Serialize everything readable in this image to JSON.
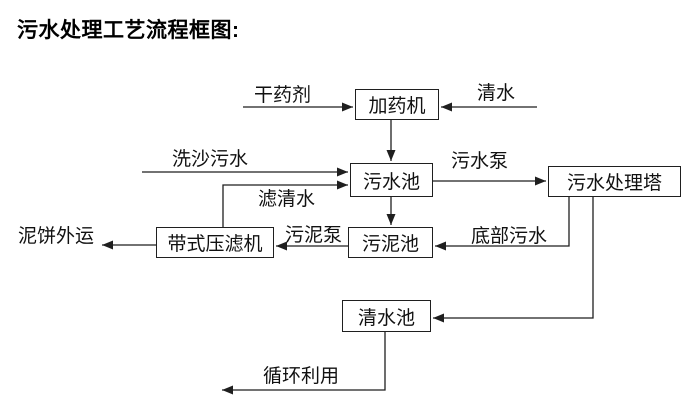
{
  "title": "污水处理工艺流程框图:",
  "colors": {
    "line": "#1f1f1f",
    "text": "#111111",
    "background": "#ffffff"
  },
  "nodes": [
    {
      "id": "dosing-machine",
      "label": "加药机"
    },
    {
      "id": "sewage-pool",
      "label": "污水池"
    },
    {
      "id": "treatment-tower",
      "label": "污水处理塔"
    },
    {
      "id": "sludge-pool",
      "label": "污泥池"
    },
    {
      "id": "belt-filter-press",
      "label": "带式压滤机"
    },
    {
      "id": "clear-water-pool",
      "label": "清水池"
    }
  ],
  "flow_labels": [
    {
      "id": "dry-agent",
      "text": "干药剂"
    },
    {
      "id": "clear-water",
      "text": "清水"
    },
    {
      "id": "sand-washing-sewage",
      "text": "洗沙污水"
    },
    {
      "id": "sewage-pump",
      "text": "污水泵"
    },
    {
      "id": "filtered-water",
      "text": "滤清水"
    },
    {
      "id": "sludge-pump",
      "text": "污泥泵"
    },
    {
      "id": "bottom-sewage",
      "text": "底部污水"
    },
    {
      "id": "mud-cake-transport",
      "text": "泥饼外运"
    },
    {
      "id": "recycling",
      "text": "循环利用"
    }
  ]
}
